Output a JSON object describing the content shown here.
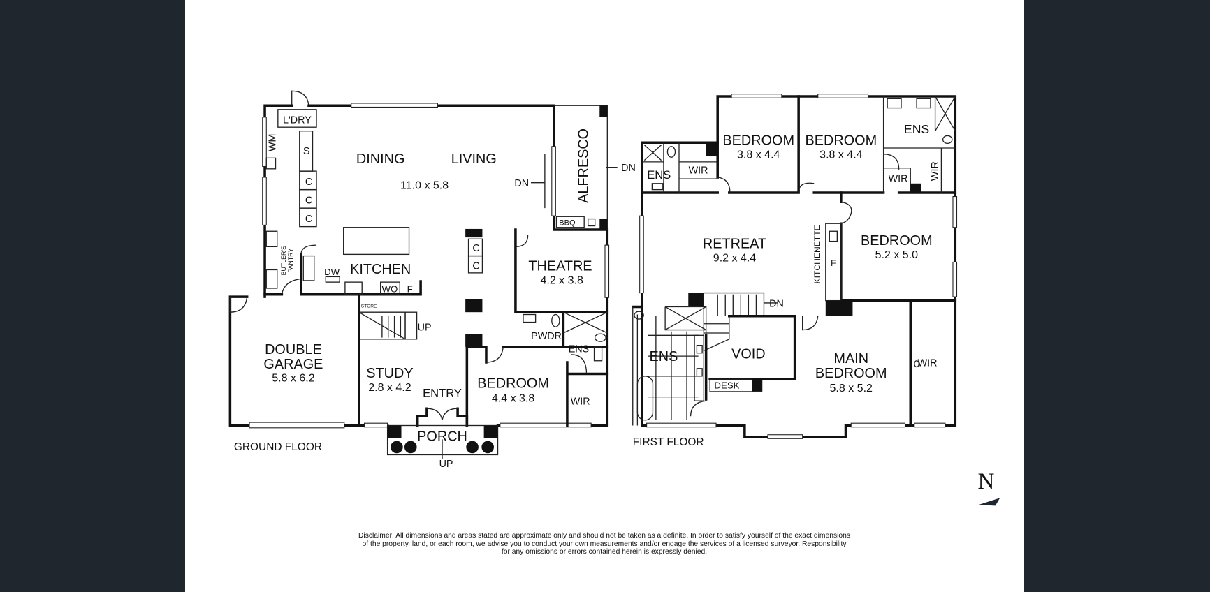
{
  "ground_floor": {
    "title": "GROUND FLOOR",
    "rooms": {
      "dining": "DINING",
      "living": "LIVING",
      "dining_living_dim": "11.0 x 5.8",
      "alfresco": "ALFRESCO",
      "bbq": "BBQ",
      "laundry": "L'DRY",
      "wm": "WM",
      "s": "S",
      "c": "C",
      "butlers_pantry_1": "BUTLER'S",
      "butlers_pantry_2": "PANTRY",
      "kitchen": "KITCHEN",
      "dw": "DW",
      "wo": "WO",
      "f": "F",
      "store": "STORE",
      "theatre": "THEATRE",
      "theatre_dim": "4.2 x 3.8",
      "pwdr": "PWDR",
      "ens": "ENS",
      "wir": "WIR",
      "garage_1": "DOUBLE",
      "garage_2": "GARAGE",
      "garage_dim": "5.8 x 6.2",
      "study": "STUDY",
      "study_dim": "2.8 x 4.2",
      "entry": "ENTRY",
      "porch": "PORCH",
      "bedroom": "BEDROOM",
      "bedroom_dim": "4.4 x 3.8",
      "up": "UP",
      "dn": "DN"
    }
  },
  "first_floor": {
    "title": "FIRST FLOOR",
    "rooms": {
      "bedroom": "BEDROOM",
      "bed1_dim": "3.8 x 4.4",
      "bed2_dim": "3.8 x 4.4",
      "bed3_dim": "5.2 x 5.0",
      "ens": "ENS",
      "wir": "WIR",
      "retreat": "RETREAT",
      "retreat_dim": "9.2 x 4.4",
      "kitchenette": "KITCHENETTE",
      "f": "F",
      "dn": "DN",
      "void": "VOID",
      "desk": "DESK",
      "main_1": "MAIN",
      "main_2": "BEDROOM",
      "main_dim": "5.8 x 5.2"
    }
  },
  "compass": {
    "label": "N"
  },
  "disclaimer": {
    "line1": "Disclaimer: All dimensions and areas stated are approximate only and should not be taken as a definite. In order to satisfy yourself of the exact dimensions",
    "line2": "of the property, land, or each room, we advise you to conduct your own measurements and/or engage the services of a licensed surveyor. Responsibility",
    "line3": "for any omissions or errors contained herein is expressly denied."
  }
}
